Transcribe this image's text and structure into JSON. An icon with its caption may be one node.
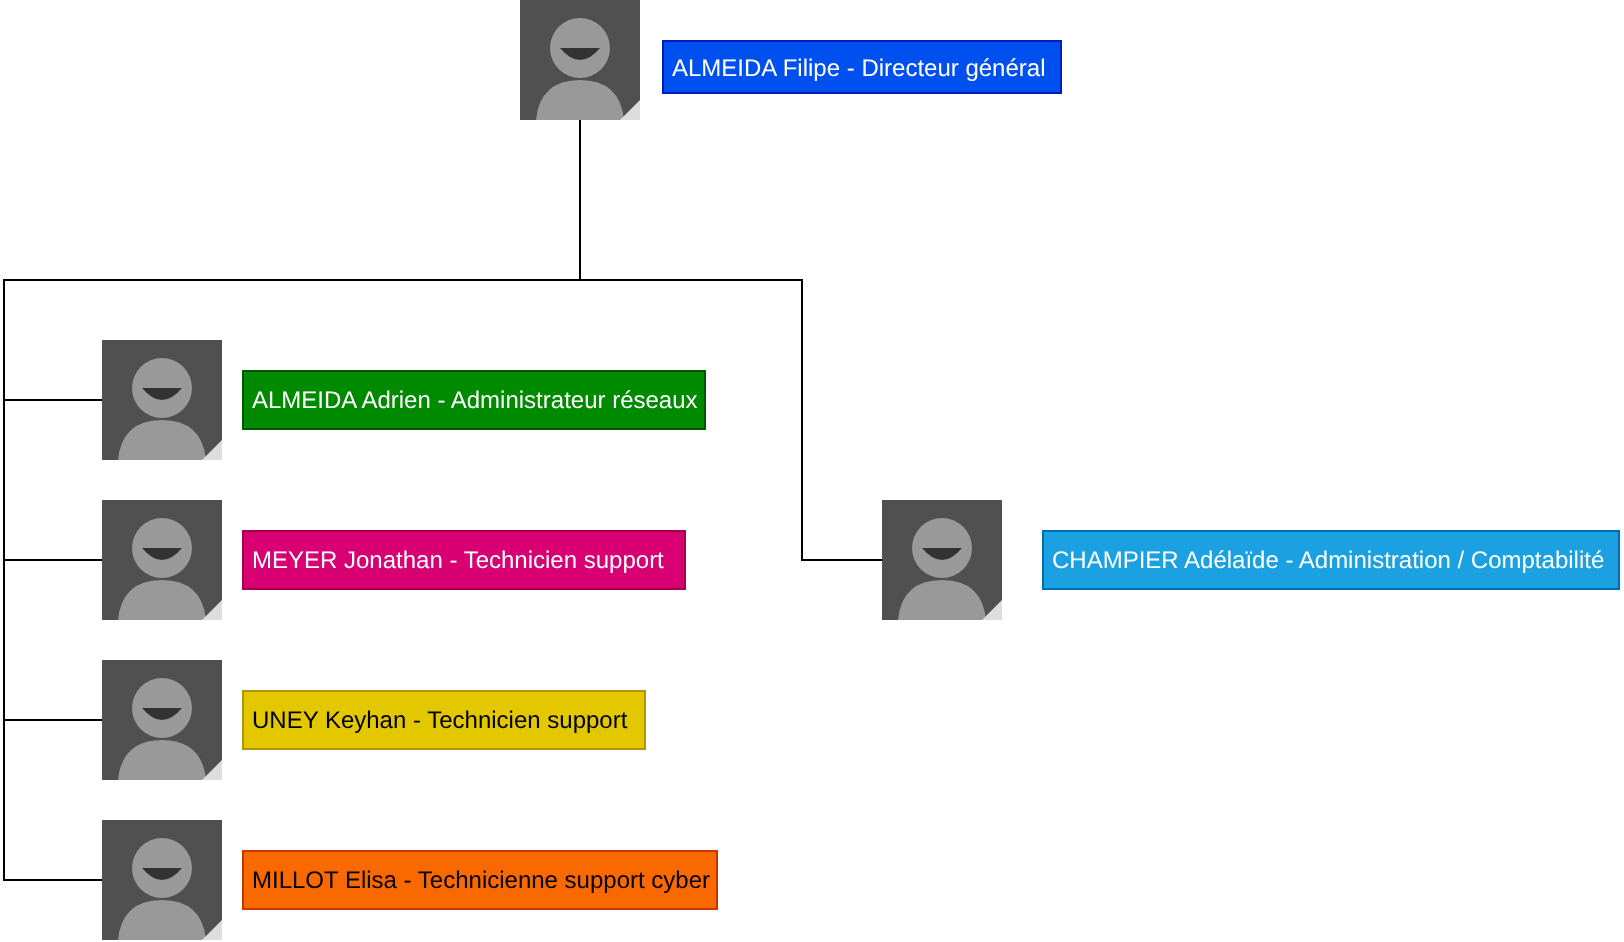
{
  "diagram": {
    "nodes": [
      {
        "text": [],
        "shape": "picture"
      },
      {
        "text": [
          "ALMEIDA Filipe - Directeur général"
        ]
      },
      {
        "text": [],
        "shape": "picture"
      },
      {
        "text": [
          "ALMEIDA Adrien - Administrateur réseaux"
        ]
      },
      {
        "text": [],
        "shape": "picture"
      },
      {
        "text": [
          "MEYER Jonathan - Technicien support"
        ]
      },
      {
        "text": [],
        "shape": "picture"
      },
      {
        "text": [
          "UNEY Keyhan - Technicien support"
        ]
      },
      {
        "text": [],
        "shape": "picture"
      },
      {
        "text": [
          "MILLOT Elisa - Technicienne support cyber"
        ]
      },
      {
        "text": [],
        "shape": "picture"
      },
      {
        "text": [
          "CHAMPIER Adélaïde - Administration / Comptabilité"
        ]
      }
    ],
    "edges": [
      {
        "from": 0,
        "to": 2,
        "arrow": "none"
      },
      {
        "from": 0,
        "to": 4,
        "arrow": "none"
      },
      {
        "from": 0,
        "to": 6,
        "arrow": "none"
      },
      {
        "from": 0,
        "to": 8,
        "arrow": "none"
      },
      {
        "from": 0,
        "to": 10,
        "arrow": "none"
      }
    ]
  }
}
